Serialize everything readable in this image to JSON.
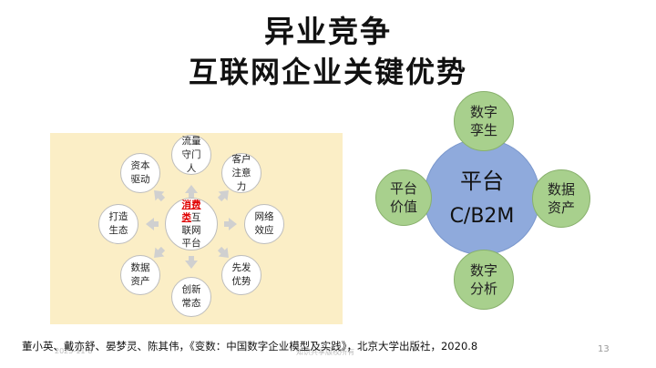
{
  "slide": {
    "title_line1": "异业竞争",
    "title_line2": "互联网企业关键优势",
    "page_number": "13",
    "date": "2025-11-8",
    "footer": "知识共享版权所有",
    "citation": "董小英、戴亦舒、晏梦灵、陈其伟，《变数：中国数字企业模型及实践》，北京大学出版社，2020.8"
  },
  "left_diagram": {
    "center": {
      "highlight_line1": "消费",
      "highlight_line2": "类",
      "line2_rest": "互",
      "line3": "联网",
      "line4": "平台"
    },
    "nodes": [
      {
        "l1": "流量",
        "l2": "守门",
        "l3": "人"
      },
      {
        "l1": "客户",
        "l2": "注意",
        "l3": "力"
      },
      {
        "l1": "网络",
        "l2": "效应"
      },
      {
        "l1": "先发",
        "l2": "优势"
      },
      {
        "l1": "创新",
        "l2": "常态"
      },
      {
        "l1": "数据",
        "l2": "资产"
      },
      {
        "l1": "打造",
        "l2": "生态"
      },
      {
        "l1": "资本",
        "l2": "驱动"
      }
    ],
    "colors": {
      "background": "#fbeec6",
      "highlight": "#e00000",
      "arrow": "#d0d0d0"
    }
  },
  "right_diagram": {
    "center": {
      "l1": "平台",
      "l2": "C/B2M"
    },
    "satellites": [
      {
        "l1": "数字",
        "l2": "孪生"
      },
      {
        "l1": "数据",
        "l2": "资产"
      },
      {
        "l1": "数字",
        "l2": "分析"
      },
      {
        "l1": "平台",
        "l2": "价值"
      }
    ],
    "colors": {
      "center": "#8faadc",
      "satellite": "#a8d08d"
    }
  }
}
